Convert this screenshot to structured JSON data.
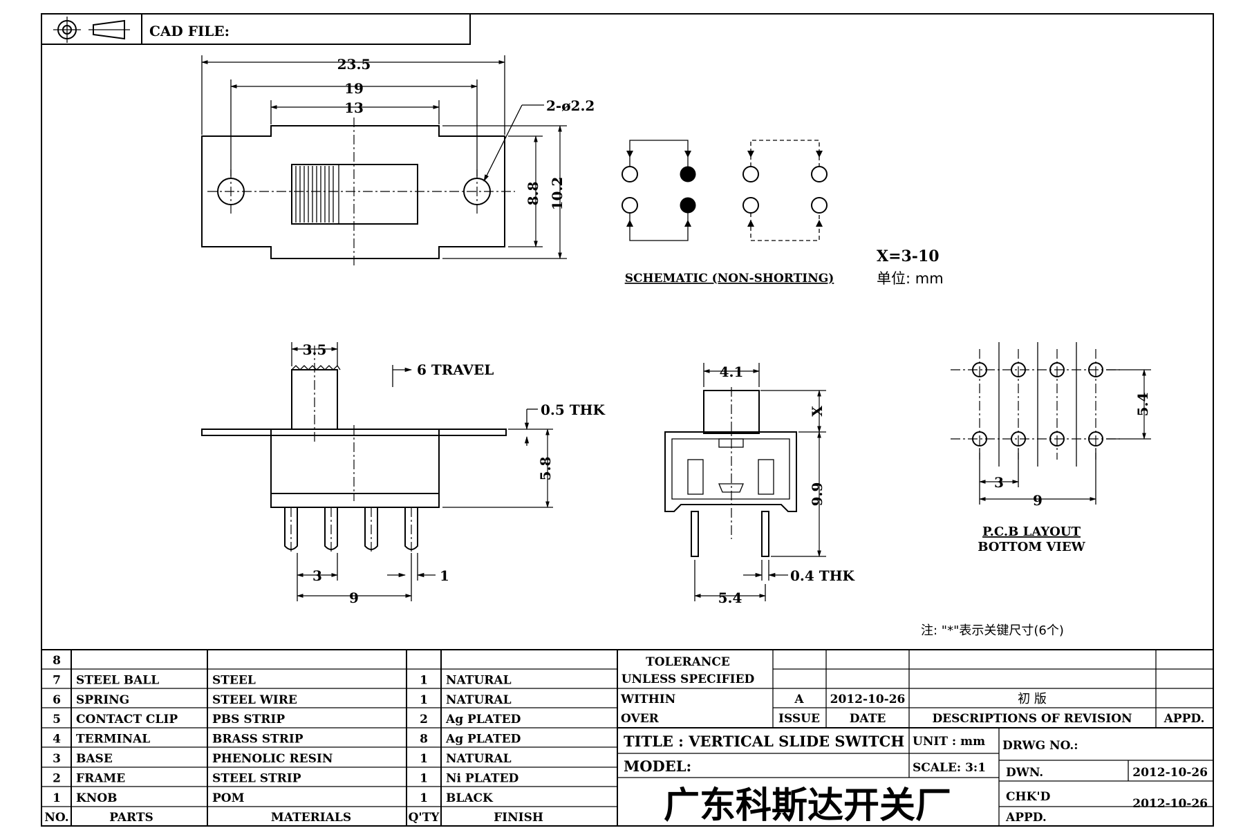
{
  "header": {
    "cad_file_label": "CAD FILE:"
  },
  "top_view": {
    "dim_overall": "23.5",
    "dim_holes": "19",
    "dim_body": "13",
    "dim_holes_dia": "2-ø2.2",
    "dim_inner_h": "8.8",
    "dim_outer_h": "10.2"
  },
  "schematic": {
    "label": "SCHEMATIC (NON-SHORTING)"
  },
  "notes": {
    "x_range": "X=3-10",
    "unit_line": "单位: mm",
    "key_note": "注: \"*\"表示关键尺寸(6个)"
  },
  "side_view": {
    "dim_knob": "3.5",
    "travel": "6 TRAVEL",
    "thk": "0.5 THK",
    "dim_height": "5.8",
    "dim_pitch": "3",
    "dim_pin": "1",
    "dim_span": "9"
  },
  "end_view": {
    "dim_knob": "4.1",
    "dim_x": "X",
    "dim_height": "9.9",
    "thk": "0.4 THK",
    "dim_span": "5.4"
  },
  "pcb": {
    "dim_row": "5.4",
    "dim_pitch": "3",
    "dim_span": "9",
    "label1": "P.C.B LAYOUT",
    "label2": "BOTTOM VIEW"
  },
  "bom": {
    "headers": [
      "NO.",
      "PARTS",
      "MATERIALS",
      "Q'TY",
      "FINISH"
    ],
    "rows": [
      {
        "no": "8",
        "part": "",
        "material": "",
        "qty": "",
        "finish": ""
      },
      {
        "no": "7",
        "part": "STEEL BALL",
        "material": "STEEL",
        "qty": "1",
        "finish": "NATURAL"
      },
      {
        "no": "6",
        "part": "SPRING",
        "material": "STEEL WIRE",
        "qty": "1",
        "finish": "NATURAL"
      },
      {
        "no": "5",
        "part": "CONTACT CLIP",
        "material": "PBS STRIP",
        "qty": "2",
        "finish": "Ag PLATED"
      },
      {
        "no": "4",
        "part": "TERMINAL",
        "material": "BRASS STRIP",
        "qty": "8",
        "finish": "Ag PLATED"
      },
      {
        "no": "3",
        "part": "BASE",
        "material": "PHENOLIC RESIN",
        "qty": "1",
        "finish": "NATURAL"
      },
      {
        "no": "2",
        "part": "FRAME",
        "material": "STEEL STRIP",
        "qty": "1",
        "finish": "Ni PLATED"
      },
      {
        "no": "1",
        "part": "KNOB",
        "material": "POM",
        "qty": "1",
        "finish": "BLACK"
      }
    ]
  },
  "title_block": {
    "tolerance": "TOLERANCE",
    "unless": "UNLESS  SPECIFIED",
    "within": "WITHIN",
    "over": "OVER",
    "rev_issue": "A",
    "rev_date": "2012-10-26",
    "rev_desc": "初  版",
    "issue_label": "ISSUE",
    "date_label": "DATE",
    "desc_label": "DESCRIPTIONS OF REVISION",
    "appd_label": "APPD.",
    "title": "TITLE :  VERTICAL  SLIDE  SWITCH",
    "unit": "UNIT :  mm",
    "drwg_no": "DRWG NO.:",
    "model": "MODEL:",
    "scale": "SCALE:  3:1",
    "dwn_label": "DWN.",
    "dwn_date": "2012-10-26",
    "chkd_label": "CHK'D",
    "chkd_date": "2012-10-26",
    "appd2_label": "APPD.",
    "company": "广东科斯达开关厂"
  }
}
